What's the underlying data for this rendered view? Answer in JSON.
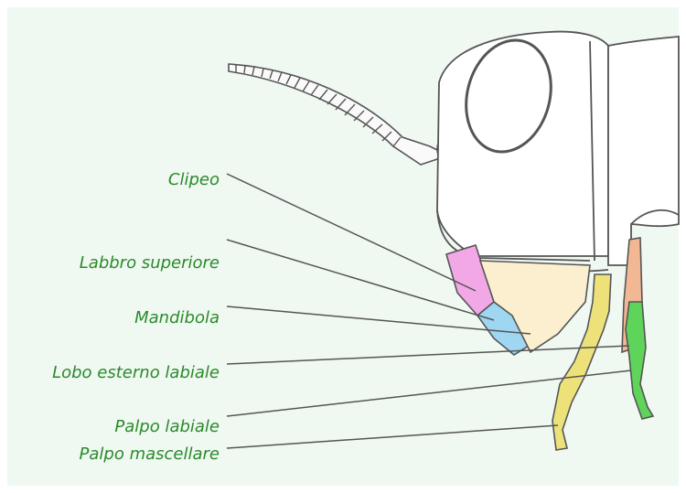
{
  "labels": {
    "clipeo": "Clipeo",
    "labbro_superiore": "Labbro superiore",
    "mandibola": "Mandibola",
    "lobo_esterno_labiale": "Lobo esterno labiale",
    "palpo_labiale": "Palpo labiale",
    "palpo_mascellare": "Palpo mascellare"
  },
  "colors": {
    "background": "#f0f8f2",
    "label_text": "#2a8a2a",
    "clipeo": "#f2a8e6",
    "labbro_superiore": "#9fd7f2",
    "mandibola": "#fbefcf",
    "palpo": "#ede27a",
    "lobo": "#f2b894",
    "palpo_verde": "#5fd45a",
    "outline": "#555555",
    "leader_line": "#555555"
  }
}
